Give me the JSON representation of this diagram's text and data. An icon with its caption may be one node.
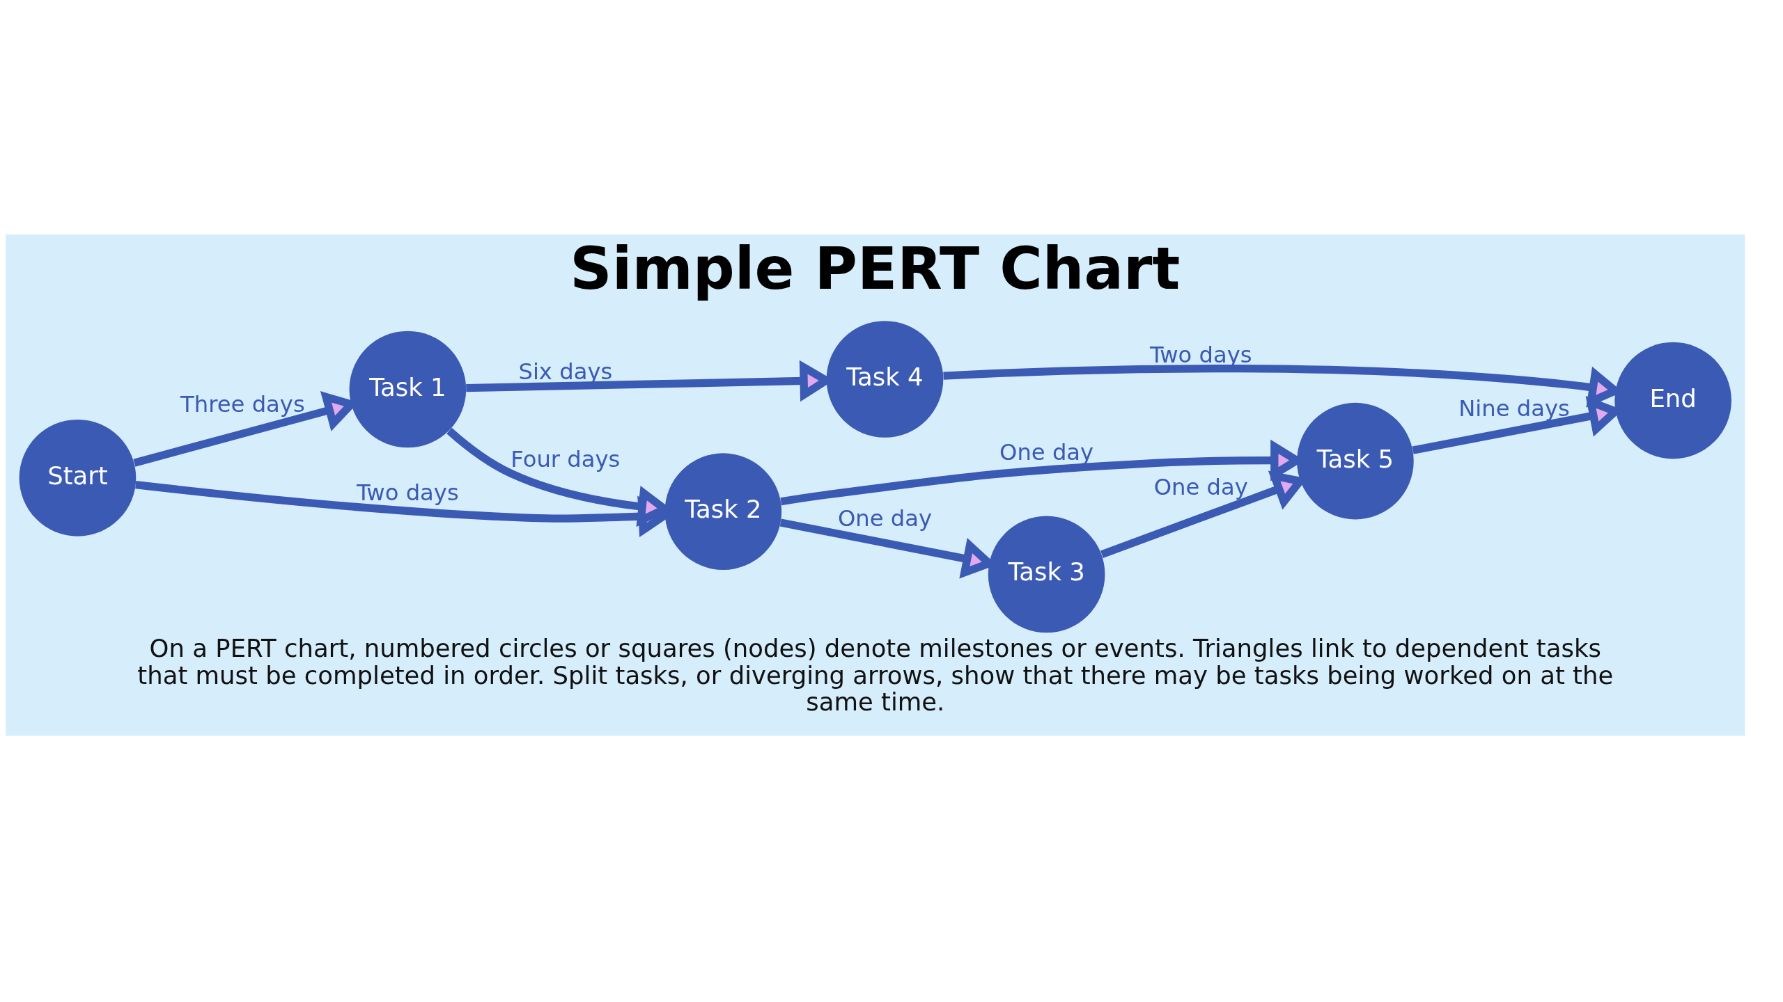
{
  "diagram": {
    "title": "Simple PERT Chart",
    "caption": "On a PERT chart, numbered circles or squares (nodes) denote milestones or events. Triangles link to dependent tasks that must be completed in order. Split tasks, or diverging arrows, show that there may be tasks being worked on at the same time.",
    "nodes": [
      {
        "text": [
          "Task 3"
        ]
      },
      {
        "text": [
          "Task 5"
        ]
      },
      {
        "text": [
          "Start"
        ]
      },
      {
        "text": [
          "Task 2"
        ]
      },
      {
        "text": [
          "End"
        ]
      },
      {
        "text": [
          "Task 1"
        ]
      },
      {
        "text": [
          "Task 4"
        ]
      }
    ],
    "edges": [
      {
        "from": 2,
        "to": 3,
        "arrow": "to",
        "label": "Two days"
      },
      {
        "from": 2,
        "to": 5,
        "arrow": "to",
        "label": "Three days"
      },
      {
        "from": 5,
        "to": 3,
        "arrow": "to",
        "label": "Four days"
      },
      {
        "from": 5,
        "to": 6,
        "arrow": "to",
        "label": "Six days"
      },
      {
        "from": 3,
        "to": 0,
        "arrow": "to",
        "label": "One day"
      },
      {
        "from": 3,
        "to": 1,
        "arrow": "to",
        "label": "One day"
      },
      {
        "from": 0,
        "to": 1,
        "arrow": "to",
        "label": "One day"
      },
      {
        "from": 1,
        "to": 4,
        "arrow": "to",
        "label": "Nine days"
      },
      {
        "from": 6,
        "to": 4,
        "arrow": "to",
        "label": "Two days"
      }
    ]
  }
}
